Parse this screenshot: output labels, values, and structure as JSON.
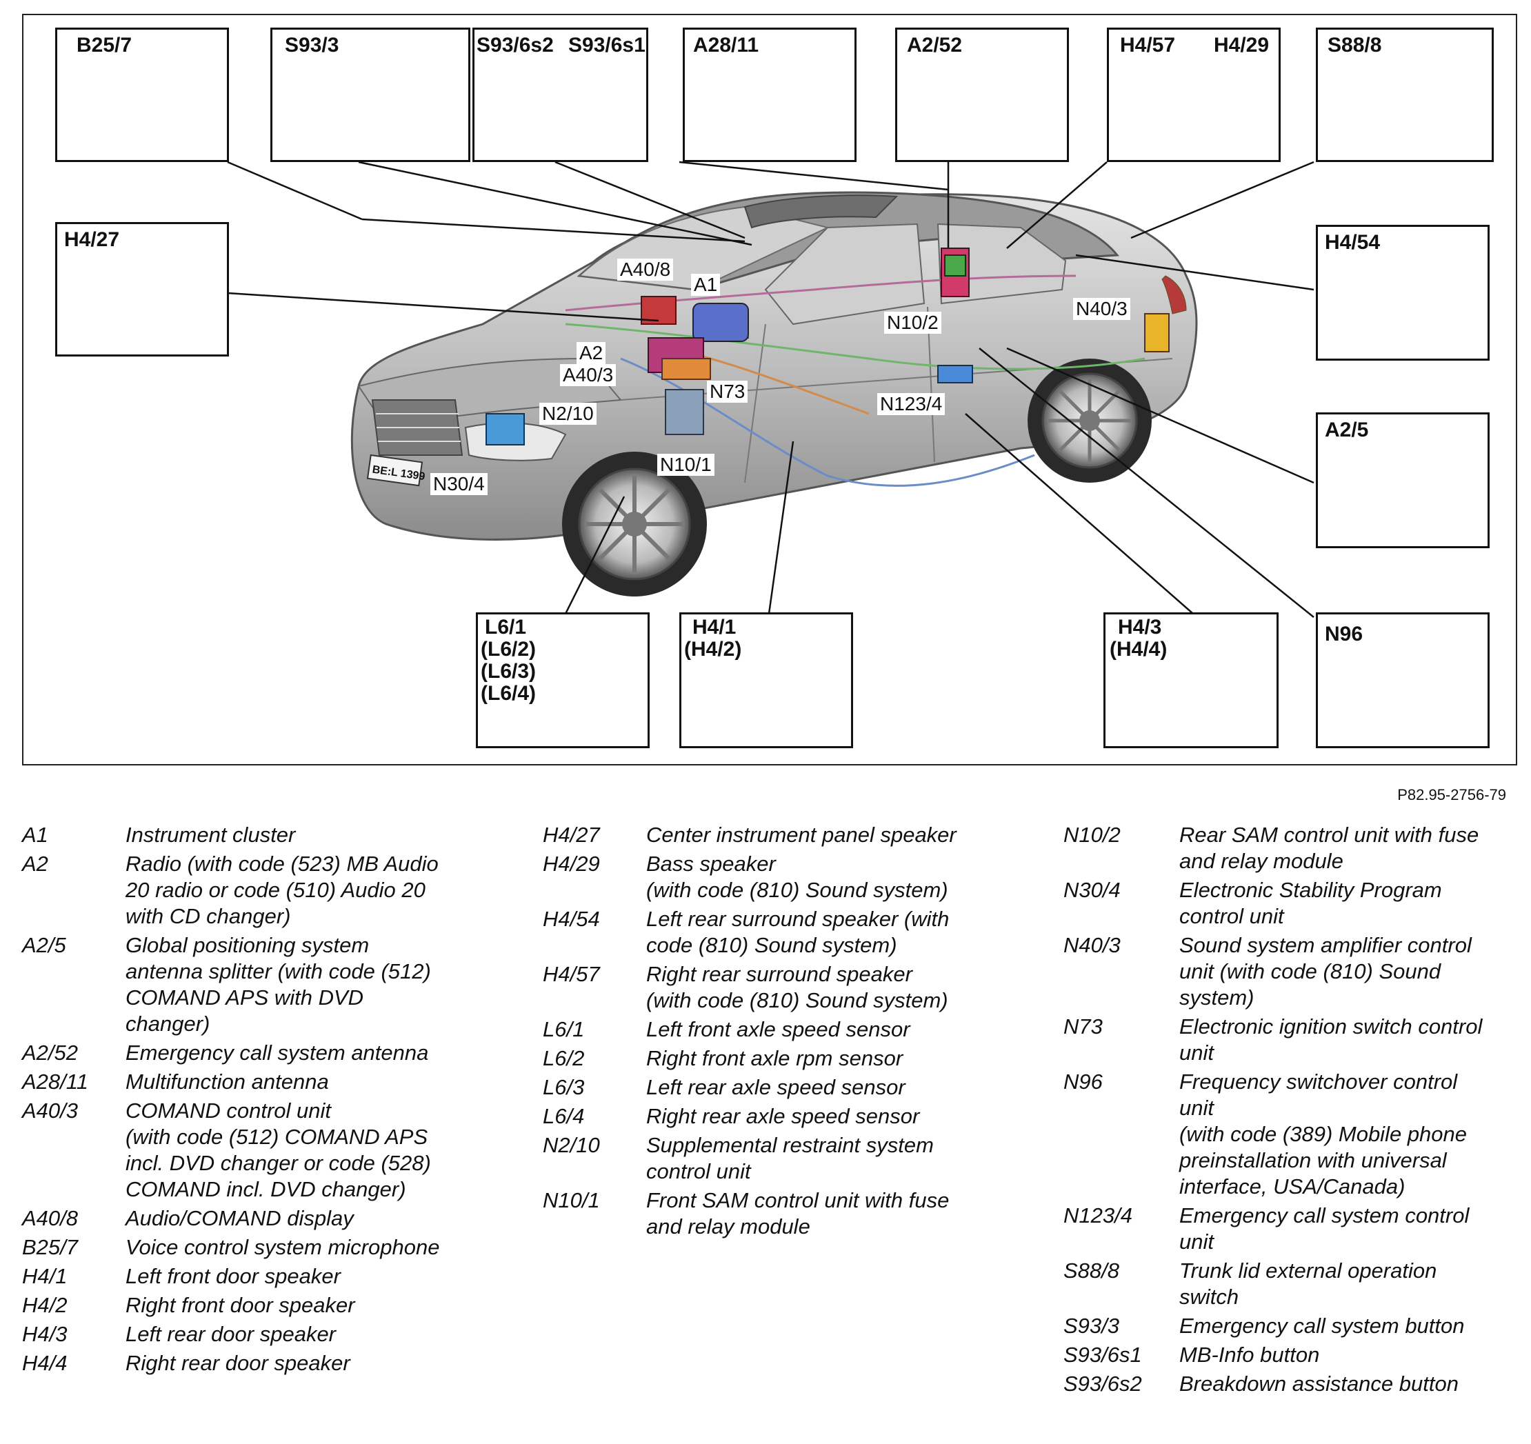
{
  "diagram": {
    "ref_code": "P82.95-2756-79",
    "component_boxes": {
      "b25_7": [
        "B25/7"
      ],
      "s93_3": [
        "S93/3"
      ],
      "s93_6s": [
        "S93/6s2",
        "S93/6s1"
      ],
      "a28_11": [
        "A28/11"
      ],
      "a2_52": [
        "A2/52"
      ],
      "h4_57_29": [
        "H4/57",
        "H4/29"
      ],
      "s88_8": [
        "S88/8"
      ],
      "h4_27": [
        "H4/27"
      ],
      "h4_54": [
        "H4/54"
      ],
      "a2_5": [
        "A2/5"
      ],
      "n96": [
        "N96"
      ],
      "l6": [
        "L6/1",
        "(L6/2)",
        "(L6/3)",
        "(L6/4)"
      ],
      "h4_1": [
        "H4/1",
        "(H4/2)"
      ],
      "h4_3": [
        "H4/3",
        "(H4/4)"
      ]
    },
    "callouts": {
      "a40_8": "A40/8",
      "a1": "A1",
      "a2": "A2",
      "a40_3": "A40/3",
      "n2_10": "N2/10",
      "n73": "N73",
      "n10_1": "N10/1",
      "n30_4": "N30/4",
      "n10_2": "N10/2",
      "n40_3": "N40/3",
      "n123_4": "N123/4"
    },
    "plate_text": "BE:L 1399"
  },
  "legend": {
    "col1": [
      {
        "code": "A1",
        "desc": [
          "Instrument cluster"
        ]
      },
      {
        "code": "A2",
        "desc": [
          "Radio (with code (523) MB Audio",
          "20 radio or code (510) Audio 20",
          "with CD changer)"
        ]
      },
      {
        "code": "A2/5",
        "desc": [
          "Global positioning system",
          "antenna splitter (with code (512)",
          "COMAND APS with DVD",
          "changer)"
        ]
      },
      {
        "code": "A2/52",
        "desc": [
          "Emergency call system antenna"
        ]
      },
      {
        "code": "A28/11",
        "desc": [
          "Multifunction antenna"
        ]
      },
      {
        "code": "A40/3",
        "desc": [
          "COMAND control unit",
          "(with code (512) COMAND APS",
          "incl. DVD changer or code (528)",
          "COMAND incl. DVD changer)"
        ]
      },
      {
        "code": "A40/8",
        "desc": [
          "Audio/COMAND display"
        ]
      },
      {
        "code": "B25/7",
        "desc": [
          "Voice control system microphone"
        ]
      },
      {
        "code": "H4/1",
        "desc": [
          "Left front door speaker"
        ]
      },
      {
        "code": "H4/2",
        "desc": [
          "Right front door speaker"
        ]
      },
      {
        "code": "H4/3",
        "desc": [
          "Left rear door speaker"
        ]
      },
      {
        "code": "H4/4",
        "desc": [
          "Right rear door speaker"
        ]
      }
    ],
    "col2": [
      {
        "code": "H4/27",
        "desc": [
          "Center instrument panel speaker"
        ]
      },
      {
        "code": "H4/29",
        "desc": [
          "Bass speaker",
          "(with code (810) Sound system)"
        ]
      },
      {
        "code": "H4/54",
        "desc": [
          "Left rear surround speaker (with",
          "code (810) Sound system)"
        ]
      },
      {
        "code": "H4/57",
        "desc": [
          "Right rear surround speaker",
          "(with code (810) Sound system)"
        ]
      },
      {
        "code": "L6/1",
        "desc": [
          "Left front axle speed sensor"
        ]
      },
      {
        "code": "L6/2",
        "desc": [
          "Right front axle rpm sensor"
        ]
      },
      {
        "code": "L6/3",
        "desc": [
          "Left rear axle speed sensor"
        ]
      },
      {
        "code": "L6/4",
        "desc": [
          "Right rear axle speed sensor"
        ]
      },
      {
        "code": "N2/10",
        "desc": [
          "Supplemental restraint system",
          "control unit"
        ]
      },
      {
        "code": "N10/1",
        "desc": [
          "Front SAM control unit with fuse",
          "and relay module"
        ]
      }
    ],
    "col3": [
      {
        "code": "N10/2",
        "desc": [
          "Rear SAM control unit with fuse",
          "and relay module"
        ]
      },
      {
        "code": "N30/4",
        "desc": [
          "Electronic Stability Program",
          "control unit"
        ]
      },
      {
        "code": "N40/3",
        "desc": [
          "Sound system amplifier control",
          "unit (with code (810) Sound",
          "system)"
        ]
      },
      {
        "code": "N73",
        "desc": [
          "Electronic ignition switch control",
          "unit"
        ]
      },
      {
        "code": "N96",
        "desc": [
          "Frequency switchover control",
          "unit",
          "(with code (389) Mobile phone",
          "preinstallation with universal",
          "interface, USA/Canada)"
        ]
      },
      {
        "code": "N123/4",
        "desc": [
          "Emergency call system control",
          "unit"
        ]
      },
      {
        "code": "S88/8",
        "desc": [
          "Trunk lid external operation",
          "switch"
        ]
      },
      {
        "code": "S93/3",
        "desc": [
          "Emergency call system button"
        ]
      },
      {
        "code": "S93/6s1",
        "desc": [
          "MB-Info button"
        ]
      },
      {
        "code": "S93/6s2",
        "desc": [
          "Breakdown assistance button"
        ]
      }
    ]
  }
}
